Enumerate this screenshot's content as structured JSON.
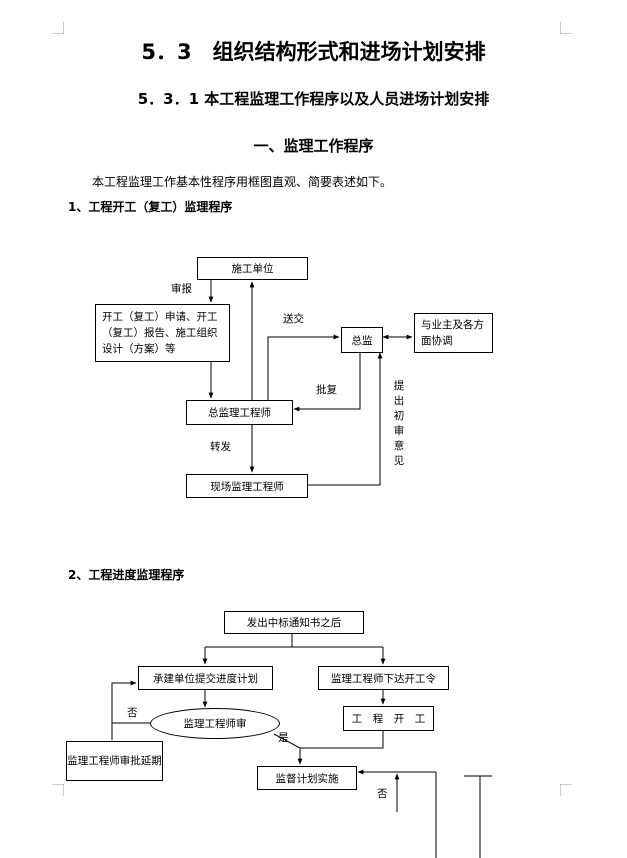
{
  "heading1": "5．3　组织结构形式和进场计划安排",
  "heading2": "5．3．1  本工程监理工作程序以及人员进场计划安排",
  "heading3": "一、监理工作程序",
  "intro": "本工程监理工作基本性程序用框图直观、简要表述如下。",
  "section1": {
    "title": "1、工程开工（复工）监理程序",
    "boxes": {
      "contractor": "施工单位",
      "application": "开工（复工）申请、开工（复工）报告、施工组织设计（方案）等",
      "chief": "总监",
      "owner": "与业主及各方面协调",
      "chief_engineer": "总监理工程师",
      "site_engineer": "现场监理工程师"
    },
    "labels": {
      "report": "审报",
      "submit": "送交",
      "approve": "批复",
      "forward": "转发",
      "opinion": "提出初审意见"
    }
  },
  "section2": {
    "title": "2、工程进度监理程序",
    "boxes": {
      "notice": "发出中标通知书之后",
      "schedule": "承建单位提交进度计划",
      "start_order": "监理工程师下达开工令",
      "review": "监理工程师审",
      "start_work": "工　程　开　工",
      "extension": "监理工程师审批延期",
      "supervise": "监督计划实施"
    },
    "labels": {
      "no1": "否",
      "yes": "是",
      "no2": "否"
    }
  }
}
